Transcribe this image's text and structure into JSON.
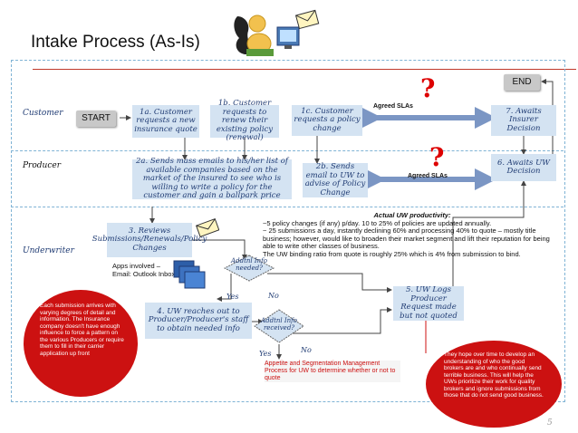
{
  "title": "Intake Process (As-Is)",
  "lanes": {
    "customer": "Customer",
    "producer": "Producer",
    "underwriter": "Underwriter"
  },
  "nodes": {
    "start": "START",
    "end": "END",
    "n1a": "1a. Customer requests a new insurance quote",
    "n1b": "1b. Customer requests to renew their existing policy (renewal)",
    "n1c": "1c. Customer requests a policy change",
    "n7": "7. Awaits Insurer Decision",
    "n2a": "2a. Sends mass emails to his/her list of available companies based on the market of the insured to see who is willing to write a policy for the customer and gain a ballpark price",
    "n2b": "2b. Sends email to UW to advise of Policy Change",
    "n6": "6. Awaits UW Decision",
    "n3": "3. Reviews Submissions/Renewals/Policy Changes",
    "n4": "4. UW reaches out to Producer/Producer's staff to obtain needed info",
    "n5": "5. UW Logs Producer Request made but not quoted"
  },
  "decisions": {
    "d1": "Addtnl Info needed?",
    "d2": "Addtnl Info received?",
    "yes": "Yes",
    "no": "No"
  },
  "sla": {
    "label1": "Agreed SLAs",
    "label2": "Agreed SLAs"
  },
  "productivity": {
    "heading": "Actual UW productivity:",
    "line1": "~5 policy changes  (if any)  p/day. 10 to 25% of policies are updated annually.",
    "line2": "~ 25 submissions a day, instantly declining 60% and processing 40% to quote – mostly title business; however, would like to broaden their market segment and lift their reputation for being able to write other classes of business.",
    "line3": "The UW binding ratio from quote is roughly 25% which is 4% from submission to bind."
  },
  "apps": {
    "line1": "Apps involved –",
    "line2": "Email:  Outlook Inbox"
  },
  "callouts": {
    "left": "Each submission arrives with varying degrees of detail and information. The Insurance company doesn't have enough influence to force a pattern on the various Producers or require them to fill in their carrier application up front",
    "right": "They hope over time to develop an understanding of who the good brokers are and who continually send terrible business. This will help the UWs prioritize their work for quality brokers and ignore submissions from those that do not send good business.",
    "appetite": "Appetite and Segmentation Management Process for UW to determine whether or not to quote"
  },
  "qmark": "?",
  "slide_number": "5",
  "colors": {
    "box_fill": "#d4e3f2",
    "box_text": "#1f3b73",
    "callout_red": "#cc1111",
    "sla_arrow": "#7b96c4"
  },
  "icons": [
    "user-at-desk-icon",
    "email-envelope-icon",
    "monitor-stack-icon"
  ]
}
